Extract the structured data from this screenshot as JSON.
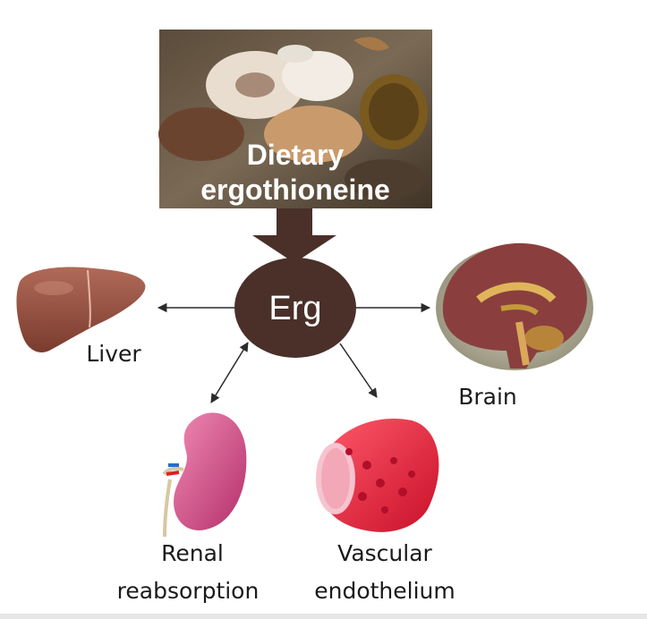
{
  "source": {
    "line1": "Dietary",
    "line2": "ergothioneine"
  },
  "center": "Erg",
  "targets": {
    "liver": "Liver",
    "brain": "Brain",
    "kidney_line1": "Renal",
    "kidney_line2": "reabsorption",
    "vessel_line1": "Vascular",
    "vessel_line2": "endothelium"
  },
  "colors": {
    "node": "#4a3029",
    "arrow": "#2b2b2b",
    "liver": "#8e4a3c",
    "kidney": "#c9437e",
    "vessel": "#e8263c",
    "brain": "#8a3f3e"
  }
}
